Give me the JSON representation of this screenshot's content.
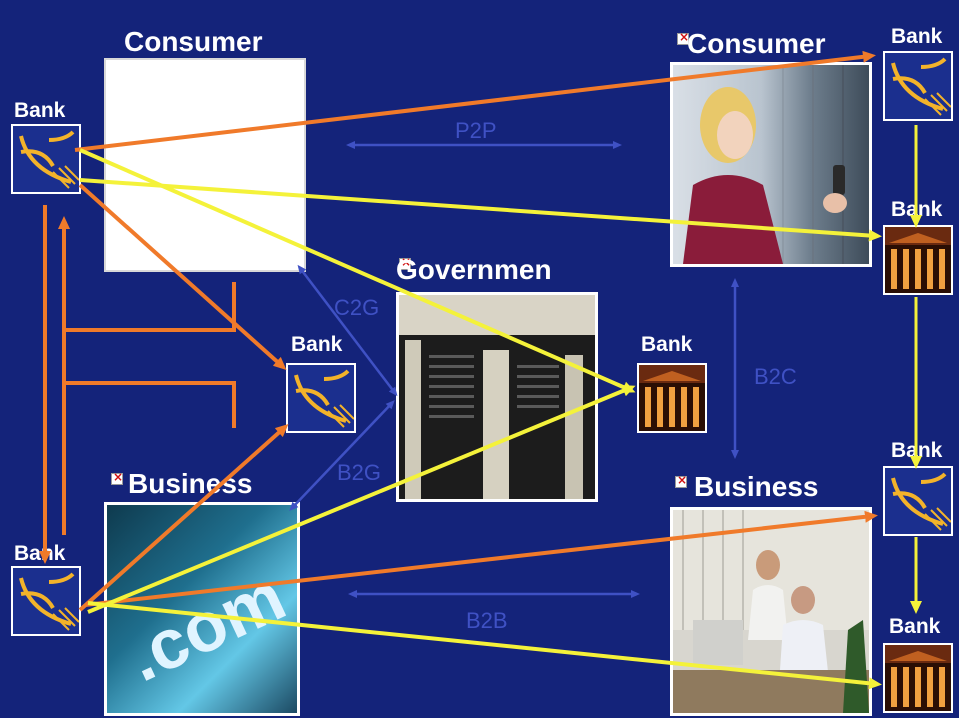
{
  "nodes": {
    "consumer_left": "Consumer",
    "consumer_right": "Consumer",
    "government": "Governmen",
    "business_left": "Business",
    "business_right": "Business"
  },
  "banks": {
    "left_top": "Bank",
    "left_bottom": "Bank",
    "center_left": "Bank",
    "center_right": "Bank",
    "right_1": "Bank",
    "right_2": "Bank",
    "right_3": "Bank",
    "right_4": "Bank"
  },
  "flows": {
    "p2p": "P2P",
    "c2g": "C2G",
    "b2g": "B2G",
    "b2c": "B2C",
    "b2b": "B2B"
  },
  "colors": {
    "background": "#14237a",
    "orange": "#f07a2a",
    "yellow": "#f4f23a",
    "flow_blue": "#3f51c4"
  }
}
